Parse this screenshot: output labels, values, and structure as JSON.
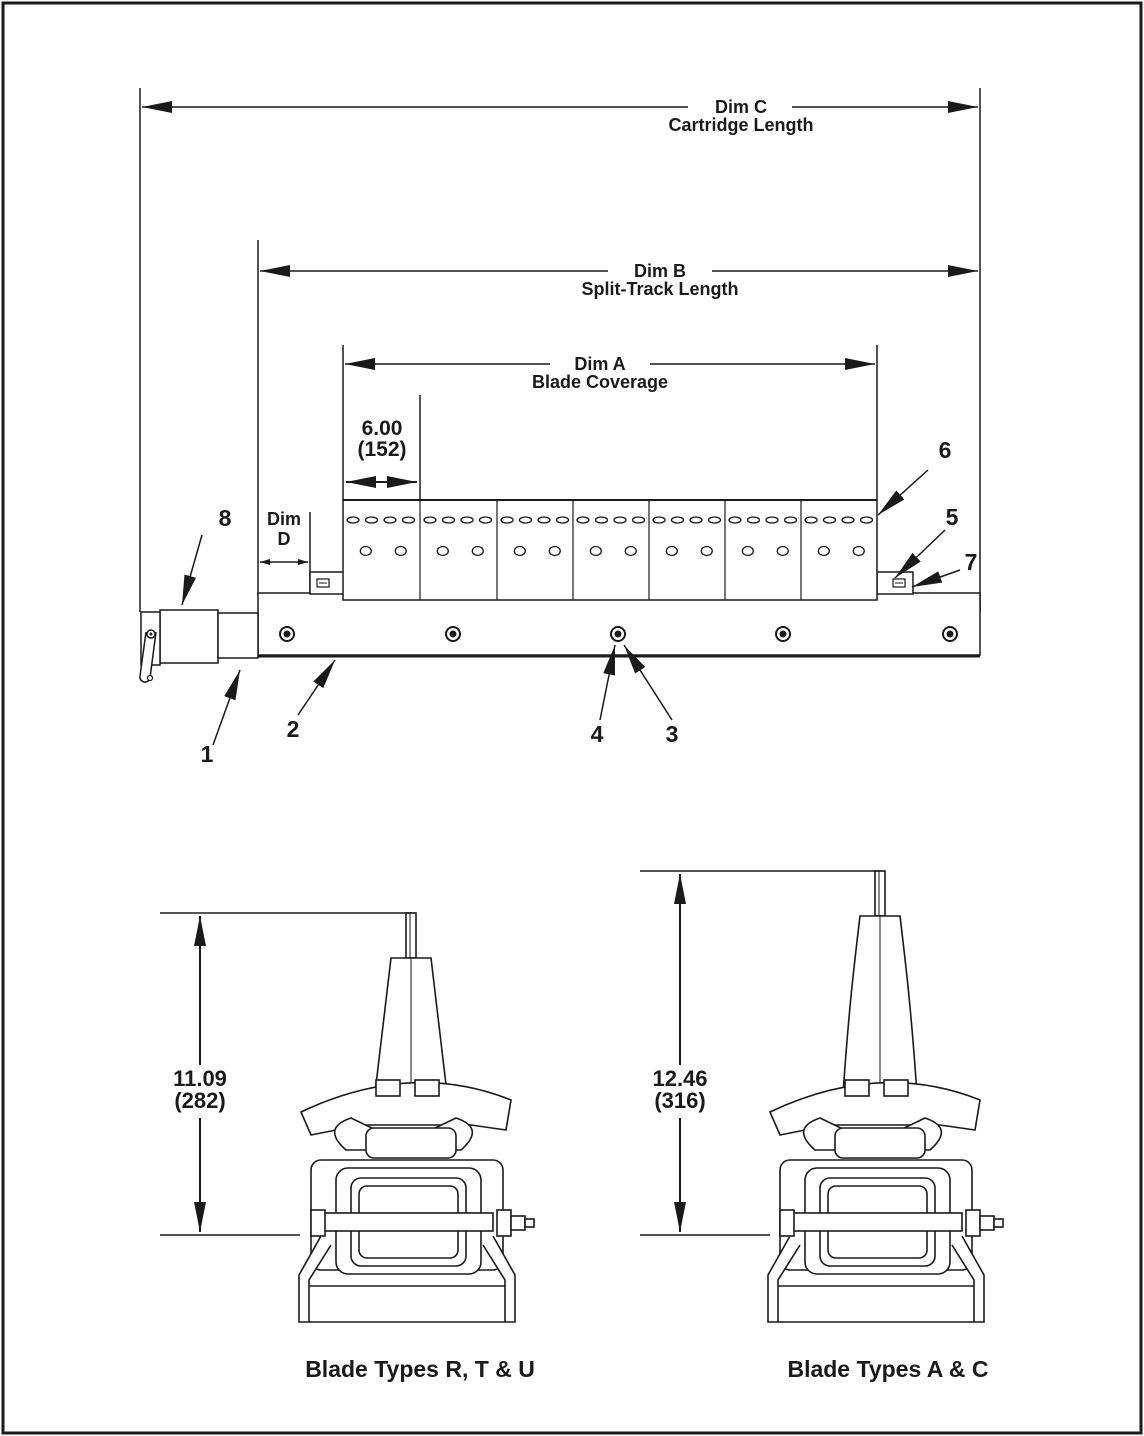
{
  "dimensions": {
    "dim_c": {
      "title": "Dim C",
      "caption": "Cartridge Length"
    },
    "dim_b": {
      "title": "Dim B",
      "caption": "Split-Track Length"
    },
    "dim_a": {
      "title": "Dim A",
      "caption": "Blade Coverage"
    },
    "dim_d": {
      "title": "Dim",
      "caption": "D"
    },
    "blade_pitch": {
      "inches": "6.00",
      "mm": "(152)"
    },
    "height_rtu": {
      "inches": "11.09",
      "mm": "(282)"
    },
    "height_ac": {
      "inches": "12.46",
      "mm": "(316)"
    }
  },
  "callouts": [
    "1",
    "2",
    "3",
    "4",
    "5",
    "6",
    "7",
    "8"
  ],
  "captions": {
    "left": "Blade Types R, T & U",
    "right": "Blade Types A & C"
  },
  "colors": {
    "ink": "#1a1a1a",
    "paper": "#ffffff"
  }
}
